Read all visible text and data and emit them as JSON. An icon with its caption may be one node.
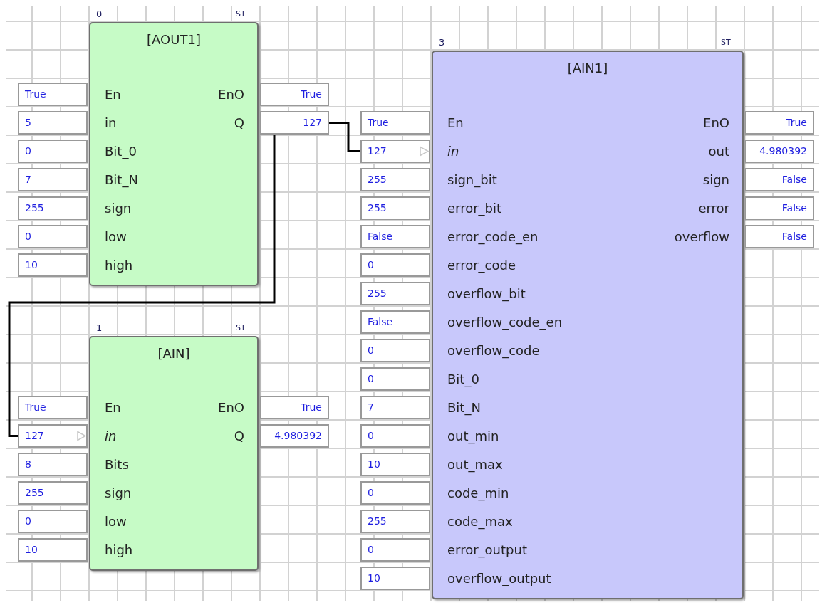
{
  "diagram": {
    "nodes": [
      {
        "text": [
          "[AOUT1]",
          "En",
          "in",
          "Bit_0",
          "Bit_N",
          "sign",
          "low",
          "high",
          "EnO",
          "Q"
        ],
        "beside": [
          "0",
          "ST"
        ]
      },
      {
        "text": [
          "True"
        ]
      },
      {
        "text": [
          "5"
        ]
      },
      {
        "text": [
          "0"
        ]
      },
      {
        "text": [
          "7"
        ]
      },
      {
        "text": [
          "255"
        ]
      },
      {
        "text": [
          "0"
        ]
      },
      {
        "text": [
          "10"
        ]
      },
      {
        "text": [
          "True"
        ]
      },
      {
        "text": [
          "127"
        ]
      },
      {
        "text": [
          "[AIN1]",
          "En",
          "in",
          "sign_bit",
          "error_bit",
          "error_code_en",
          "error_code",
          "overflow_bit",
          "overflow_code_en",
          "overflow_code",
          "Bit_0",
          "Bit_N",
          "out_min",
          "out_max",
          "code_min",
          "code_max",
          "error_output",
          "overflow_output",
          "EnO",
          "out",
          "sign",
          "error",
          "overflow"
        ],
        "beside": [
          "3",
          "ST"
        ]
      },
      {
        "text": [
          "True"
        ]
      },
      {
        "text": [
          "127"
        ]
      },
      {
        "text": [
          "255"
        ]
      },
      {
        "text": [
          "255"
        ]
      },
      {
        "text": [
          "False"
        ]
      },
      {
        "text": [
          "0"
        ]
      },
      {
        "text": [
          "255"
        ]
      },
      {
        "text": [
          "False"
        ]
      },
      {
        "text": [
          "0"
        ]
      },
      {
        "text": [
          "0"
        ]
      },
      {
        "text": [
          "7"
        ]
      },
      {
        "text": [
          "0"
        ]
      },
      {
        "text": [
          "10"
        ]
      },
      {
        "text": [
          "0"
        ]
      },
      {
        "text": [
          "255"
        ]
      },
      {
        "text": [
          "0"
        ]
      },
      {
        "text": [
          "10"
        ]
      },
      {
        "text": [
          "True"
        ]
      },
      {
        "text": [
          "4.980392"
        ]
      },
      {
        "text": [
          "False"
        ]
      },
      {
        "text": [
          "False"
        ]
      },
      {
        "text": [
          "False"
        ]
      },
      {
        "text": [
          "[AIN]",
          "En",
          "in",
          "Bits",
          "sign",
          "low",
          "high",
          "EnO",
          "Q"
        ],
        "beside": [
          "1",
          "ST"
        ]
      },
      {
        "text": [
          "True"
        ]
      },
      {
        "text": [
          "127"
        ]
      },
      {
        "text": [
          "8"
        ]
      },
      {
        "text": [
          "255"
        ]
      },
      {
        "text": [
          "0"
        ]
      },
      {
        "text": [
          "10"
        ]
      },
      {
        "text": [
          "True"
        ]
      },
      {
        "text": [
          "4.980392"
        ]
      }
    ],
    "edges": [
      {
        "from": 9,
        "to": 12,
        "arrow": "none"
      },
      {
        "from": 9,
        "to": 35,
        "arrow": "none"
      }
    ]
  }
}
